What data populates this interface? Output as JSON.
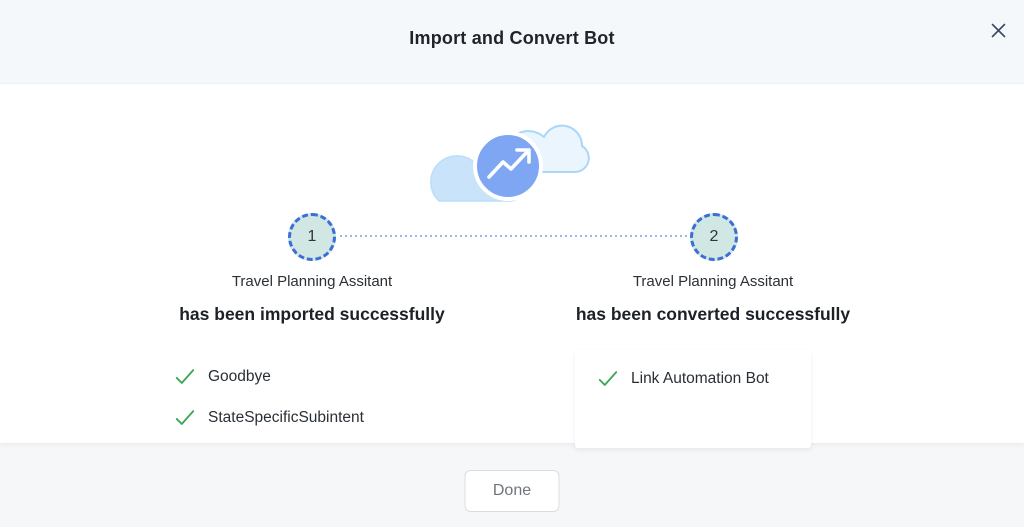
{
  "modal": {
    "title": "Import and Convert Bot"
  },
  "icons": {
    "close": "x-cross",
    "hero": "clouds-with-trend-arrow",
    "check": "green-checkmark"
  },
  "steps": [
    {
      "number": "1",
      "bot_name": "Travel Planning Assitant",
      "status": "has been imported successfully",
      "items": [
        "Goodbye",
        "StateSpecificSubintent"
      ]
    },
    {
      "number": "2",
      "bot_name": "Travel Planning Assitant",
      "status": "has been converted successfully",
      "items": [
        "Link Automation Bot"
      ]
    }
  ],
  "footer": {
    "done_label": "Done"
  },
  "colors": {
    "header_bg": "#F5F8FA",
    "footer_bg": "#F5F7F9",
    "step_circle_fill": "#D1E7E4",
    "step_circle_border": "#3B6FD6",
    "connector_dots": "#A3B2E8",
    "hero_circle": "#7EA6F2",
    "cloud_fill": "#C9E4FA",
    "cloud_outline": "#ABD6F8",
    "check_green": "#3BA755",
    "title_text": "#1F242B"
  }
}
